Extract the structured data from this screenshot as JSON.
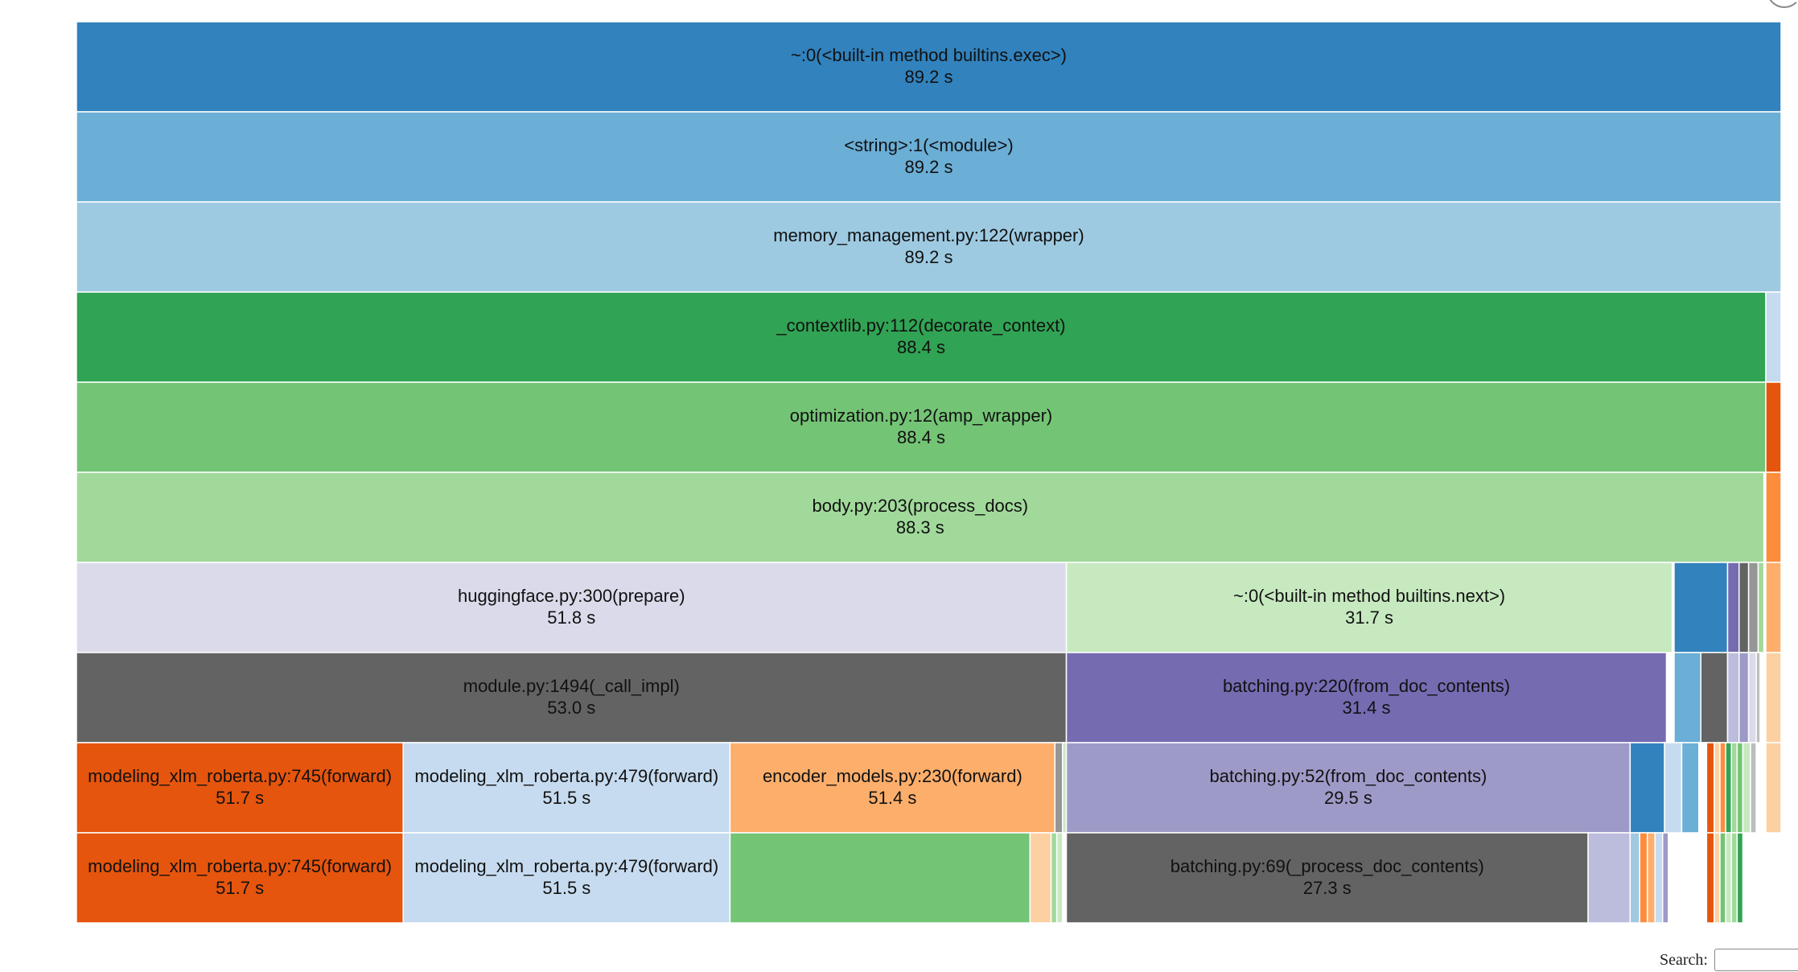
{
  "search": {
    "label": "Search:",
    "placeholder": ""
  },
  "chart_data": {
    "type": "icicle",
    "x_unit": "s",
    "total": 89.2,
    "rows": [
      [
        {
          "name": "~:0(<built-in method builtins.exec>)",
          "value_label": "89.2 s",
          "start": 0,
          "end": 89.2,
          "color": "#3182bd"
        }
      ],
      [
        {
          "name": "<string>:1(<module>)",
          "value_label": "89.2 s",
          "start": 0,
          "end": 89.2,
          "color": "#6baed6"
        }
      ],
      [
        {
          "name": "memory_management.py:122(wrapper)",
          "value_label": "89.2 s",
          "start": 0,
          "end": 89.2,
          "color": "#9ecae1"
        }
      ],
      [
        {
          "name": "_contextlib.py:112(decorate_context)",
          "value_label": "88.4 s",
          "start": 0,
          "end": 88.4,
          "color": "#31a354"
        },
        {
          "name": "",
          "value_label": "",
          "start": 88.4,
          "end": 89.2,
          "color": "#c6dbef"
        }
      ],
      [
        {
          "name": "optimization.py:12(amp_wrapper)",
          "value_label": "88.4 s",
          "start": 0,
          "end": 88.4,
          "color": "#74c476"
        },
        {
          "name": "",
          "value_label": "",
          "start": 88.4,
          "end": 89.2,
          "color": "#e6550d"
        }
      ],
      [
        {
          "name": "body.py:203(process_docs)",
          "value_label": "88.3 s",
          "start": 0,
          "end": 88.3,
          "color": "#a1d99b"
        },
        {
          "name": "",
          "value_label": "",
          "start": 88.4,
          "end": 89.2,
          "color": "#fd8d3c"
        }
      ],
      [
        {
          "name": "huggingface.py:300(prepare)",
          "value_label": "51.8 s",
          "start": 0,
          "end": 51.8,
          "color": "#dadaeb"
        },
        {
          "name": "~:0(<built-in method builtins.next>)",
          "value_label": "31.7 s",
          "start": 51.8,
          "end": 83.5,
          "color": "#c7e9c0"
        },
        {
          "name": "",
          "value_label": "",
          "start": 83.6,
          "end": 86.4,
          "color": "#3182bd"
        },
        {
          "name": "",
          "value_label": "",
          "start": 86.4,
          "end": 87.0,
          "color": "#756bb1"
        },
        {
          "name": "",
          "value_label": "",
          "start": 87.0,
          "end": 87.5,
          "color": "#636363"
        },
        {
          "name": "",
          "value_label": "",
          "start": 87.5,
          "end": 88.0,
          "color": "#969696"
        },
        {
          "name": "",
          "value_label": "",
          "start": 88.0,
          "end": 88.3,
          "color": "#a1d99b"
        },
        {
          "name": "",
          "value_label": "",
          "start": 88.4,
          "end": 89.2,
          "color": "#fdae6b"
        }
      ],
      [
        {
          "name": "module.py:1494(_call_impl)",
          "value_label": "53.0 s",
          "start": 0,
          "end": 51.8,
          "color": "#636363"
        },
        {
          "name": "batching.py:220(from_doc_contents)",
          "value_label": "31.4 s",
          "start": 51.8,
          "end": 83.2,
          "color": "#756bb1"
        },
        {
          "name": "",
          "value_label": "",
          "start": 83.6,
          "end": 85.0,
          "color": "#6baed6"
        },
        {
          "name": "",
          "value_label": "",
          "start": 85.0,
          "end": 86.4,
          "color": "#636363"
        },
        {
          "name": "",
          "value_label": "",
          "start": 86.4,
          "end": 87.0,
          "color": "#bcbddc"
        },
        {
          "name": "",
          "value_label": "",
          "start": 87.0,
          "end": 87.5,
          "color": "#9e9ac8"
        },
        {
          "name": "",
          "value_label": "",
          "start": 87.5,
          "end": 87.9,
          "color": "#dadaeb"
        },
        {
          "name": "",
          "value_label": "",
          "start": 87.9,
          "end": 88.1,
          "color": "#bdbdbd"
        },
        {
          "name": "",
          "value_label": "",
          "start": 88.4,
          "end": 89.2,
          "color": "#fdd0a2"
        }
      ],
      [
        {
          "name": "modeling_xlm_roberta.py:745(forward)",
          "value_label": "51.7 s",
          "start": 0,
          "end": 17.1,
          "color": "#e6550d"
        },
        {
          "name": "modeling_xlm_roberta.py:479(forward)",
          "value_label": "51.5 s",
          "start": 17.1,
          "end": 34.2,
          "color": "#c6dbef"
        },
        {
          "name": "encoder_models.py:230(forward)",
          "value_label": "51.4 s",
          "start": 34.2,
          "end": 51.2,
          "color": "#fdae6b"
        },
        {
          "name": "",
          "value_label": "",
          "start": 51.2,
          "end": 51.6,
          "color": "#969696"
        },
        {
          "name": "",
          "value_label": "",
          "start": 51.6,
          "end": 51.8,
          "color": "#c7e9c0"
        },
        {
          "name": "batching.py:52(from_doc_contents)",
          "value_label": "29.5 s",
          "start": 51.8,
          "end": 81.3,
          "color": "#9e9ac8"
        },
        {
          "name": "",
          "value_label": "",
          "start": 81.3,
          "end": 83.1,
          "color": "#3182bd"
        },
        {
          "name": "",
          "value_label": "",
          "start": 83.1,
          "end": 84.0,
          "color": "#c6dbef"
        },
        {
          "name": "",
          "value_label": "",
          "start": 84.0,
          "end": 84.9,
          "color": "#6baed6"
        },
        {
          "name": "",
          "value_label": "",
          "start": 84.9,
          "end": 85.3,
          "color": "#ffffff"
        },
        {
          "name": "",
          "value_label": "",
          "start": 85.3,
          "end": 85.7,
          "color": "#e6550d"
        },
        {
          "name": "",
          "value_label": "",
          "start": 85.7,
          "end": 86.0,
          "color": "#fdd0a2"
        },
        {
          "name": "",
          "value_label": "",
          "start": 86.0,
          "end": 86.3,
          "color": "#fd8d3c"
        },
        {
          "name": "",
          "value_label": "",
          "start": 86.3,
          "end": 86.6,
          "color": "#31a354"
        },
        {
          "name": "",
          "value_label": "",
          "start": 86.6,
          "end": 86.9,
          "color": "#a1d99b"
        },
        {
          "name": "",
          "value_label": "",
          "start": 86.9,
          "end": 87.2,
          "color": "#74c476"
        },
        {
          "name": "",
          "value_label": "",
          "start": 87.2,
          "end": 87.6,
          "color": "#c7e9c0"
        },
        {
          "name": "",
          "value_label": "",
          "start": 87.6,
          "end": 87.9,
          "color": "#bdbdbd"
        },
        {
          "name": "",
          "value_label": "",
          "start": 88.4,
          "end": 89.2,
          "color": "#fdd0a2"
        }
      ],
      [
        {
          "name": "modeling_xlm_roberta.py:745(forward)",
          "value_label": "51.7 s",
          "start": 0,
          "end": 17.1,
          "color": "#e6550d"
        },
        {
          "name": "modeling_xlm_roberta.py:479(forward)",
          "value_label": "51.5 s",
          "start": 17.1,
          "end": 34.2,
          "color": "#c6dbef"
        },
        {
          "name": "",
          "value_label": "",
          "start": 34.2,
          "end": 49.9,
          "color": "#74c476"
        },
        {
          "name": "",
          "value_label": "",
          "start": 49.9,
          "end": 51.0,
          "color": "#fdd0a2"
        },
        {
          "name": "",
          "value_label": "",
          "start": 51.0,
          "end": 51.3,
          "color": "#a1d99b"
        },
        {
          "name": "",
          "value_label": "",
          "start": 51.3,
          "end": 51.6,
          "color": "#c7e9c0"
        },
        {
          "name": "batching.py:69(_process_doc_contents)",
          "value_label": "27.3 s",
          "start": 51.8,
          "end": 79.1,
          "color": "#636363"
        },
        {
          "name": "",
          "value_label": "",
          "start": 79.1,
          "end": 81.3,
          "color": "#bcbddc"
        },
        {
          "name": "",
          "value_label": "",
          "start": 81.3,
          "end": 81.8,
          "color": "#9ecae1"
        },
        {
          "name": "",
          "value_label": "",
          "start": 81.8,
          "end": 82.2,
          "color": "#fd8d3c"
        },
        {
          "name": "",
          "value_label": "",
          "start": 82.2,
          "end": 82.6,
          "color": "#fdae6b"
        },
        {
          "name": "",
          "value_label": "",
          "start": 82.6,
          "end": 83.0,
          "color": "#c6dbef"
        },
        {
          "name": "",
          "value_label": "",
          "start": 83.0,
          "end": 83.3,
          "color": "#9e9ac8"
        },
        {
          "name": "",
          "value_label": "",
          "start": 85.3,
          "end": 85.7,
          "color": "#e6550d"
        },
        {
          "name": "",
          "value_label": "",
          "start": 85.7,
          "end": 86.0,
          "color": "#fdd0a2"
        },
        {
          "name": "",
          "value_label": "",
          "start": 86.0,
          "end": 86.3,
          "color": "#74c476"
        },
        {
          "name": "",
          "value_label": "",
          "start": 86.3,
          "end": 86.6,
          "color": "#c7e9c0"
        },
        {
          "name": "",
          "value_label": "",
          "start": 86.6,
          "end": 86.9,
          "color": "#a1d99b"
        },
        {
          "name": "",
          "value_label": "",
          "start": 86.9,
          "end": 87.2,
          "color": "#31a354"
        }
      ]
    ]
  }
}
